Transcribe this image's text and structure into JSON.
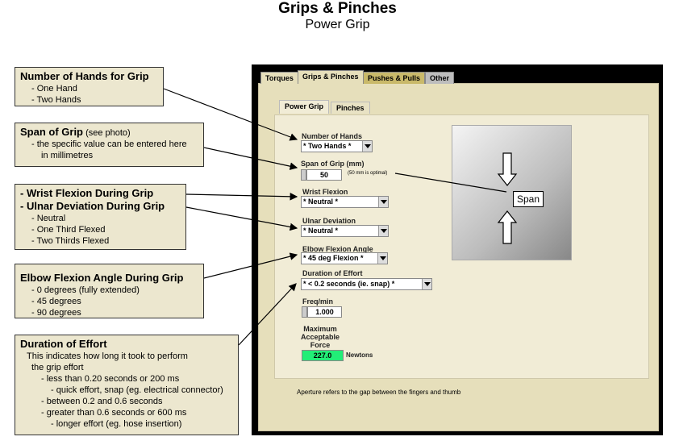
{
  "header": {
    "title": "Grips & Pinches",
    "subtitle": "Power Grip"
  },
  "callouts": {
    "hands": {
      "title": "Number of Hands for Grip",
      "items": [
        "- One Hand",
        "- Two Hands"
      ]
    },
    "span": {
      "title": "Span of Grip",
      "title_note": "(see photo)",
      "lines": [
        "- the specific value can be entered here",
        "in millimetres"
      ]
    },
    "wrist": {
      "title1": "- Wrist Flexion During Grip",
      "title2": "- Ulnar Deviation During Grip",
      "items": [
        "- Neutral",
        "- One Third Flexed",
        "- Two Thirds Flexed"
      ]
    },
    "elbow": {
      "title": "Elbow Flexion Angle During Grip",
      "items": [
        "- 0 degrees (fully extended)",
        "- 45 degrees",
        "- 90 degrees"
      ]
    },
    "duration": {
      "title": "Duration of Effort",
      "lines": [
        "This indicates how long it took to perform",
        "the grip effort",
        "- less than 0.20 seconds or 200 ms",
        "- quick effort, snap (eg. electrical connector)",
        "- between 0.2 and 0.6 seconds",
        "- greater than 0.6 seconds or 600 ms",
        "- longer effort (eg. hose insertion)"
      ]
    }
  },
  "app": {
    "tabs": [
      "Torques",
      "Grips & Pinches",
      "Pushes & Pulls",
      "Other"
    ],
    "subtabs": [
      "Power Grip",
      "Pinches"
    ],
    "hands_label": "Number of Hands",
    "hands_value": "* Two Hands *",
    "span_label": "Span of Grip (mm)",
    "span_value": "50",
    "span_note": "(50 mm is optimal)",
    "wrist_label": "Wrist Flexion",
    "wrist_value": "* Neutral *",
    "ulnar_label": "Ulnar Deviation",
    "ulnar_value": "* Neutral *",
    "elbow_label": "Elbow Flexion Angle",
    "elbow_value": "* 45 deg Flexion *",
    "duration_label": "Duration of Effort",
    "duration_value": "* < 0.2 seconds (ie. snap) *",
    "freq_label": "Freq/min",
    "freq_value": "1.000",
    "force_label": "Maximum Acceptable Force",
    "force_value": "227.0",
    "force_unit": "Newtons",
    "photo_label": "Span",
    "footer": "Aperture refers to the gap between the fingers and thumb"
  }
}
